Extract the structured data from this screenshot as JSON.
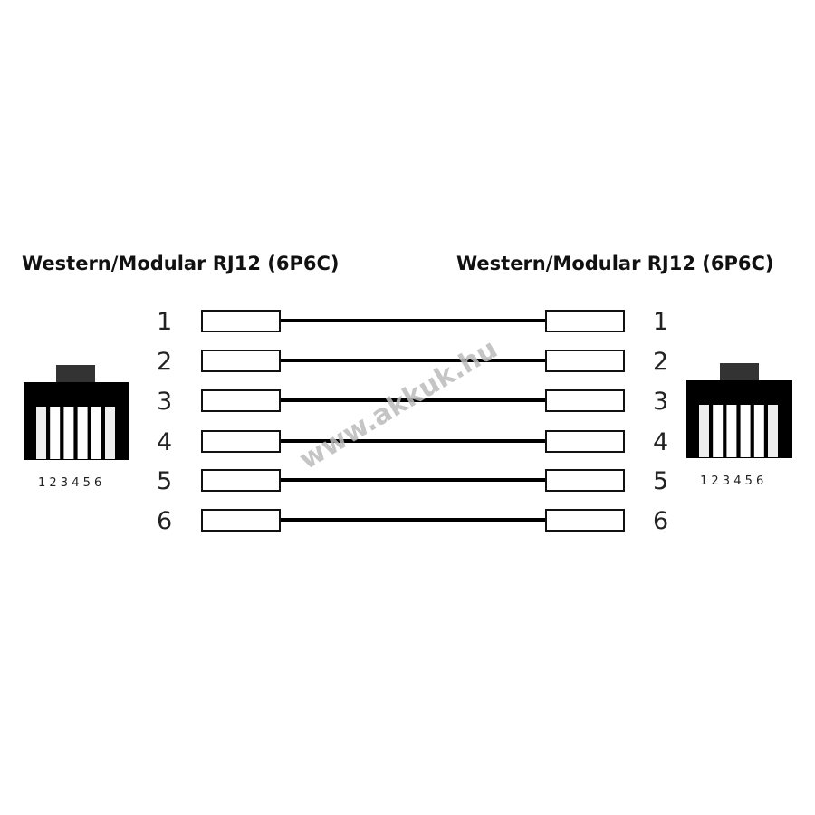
{
  "left_connector": {
    "title": "Western/Modular RJ12 (6P6C)",
    "pin_labels": "1 2 3 4 5 6"
  },
  "right_connector": {
    "title": "Western/Modular RJ12 (6P6C)",
    "pin_labels": "1 2 3 4 5 6"
  },
  "wires": [
    {
      "left": "1",
      "right": "1"
    },
    {
      "left": "2",
      "right": "2"
    },
    {
      "left": "3",
      "right": "3"
    },
    {
      "left": "4",
      "right": "4"
    },
    {
      "left": "5",
      "right": "5"
    },
    {
      "left": "6",
      "right": "6"
    }
  ],
  "watermark": "www.akkuk.hu"
}
